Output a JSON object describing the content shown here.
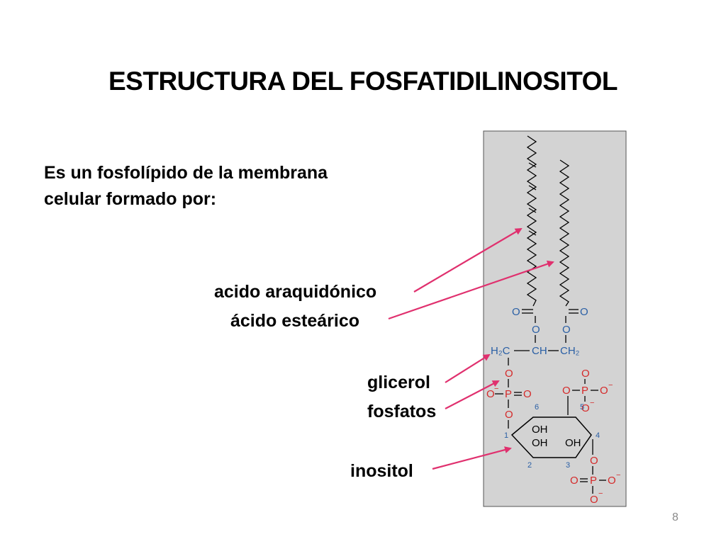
{
  "slide": {
    "title": "ESTRUCTURA DEL FOSFATIDILINOSITOL",
    "intro_line1": "Es un fosfolípido de la membrana",
    "intro_line2": "celular formado por:",
    "page_number": "8"
  },
  "labels": {
    "araquidonico": "acido araquidónico",
    "estearico": "ácido esteárico",
    "glicerol": "glicerol",
    "fosfatos": "fosfatos",
    "inositol": "inositol"
  },
  "structure": {
    "carbonyl_o_left": "O",
    "carbonyl_eq_left": "=",
    "carbonyl_o_right": "O",
    "ester_o_left": "O",
    "ester_o_right": "O",
    "glycerol_h2c": "H₂C",
    "glycerol_ch": "CH",
    "glycerol_ch2": "CH₂",
    "phosphate": "P",
    "oxygen": "O",
    "minus": "−",
    "hydroxyl": "OH",
    "ring_numbers": [
      "1",
      "2",
      "3",
      "4",
      "5",
      "6"
    ],
    "colors": {
      "blue": "#2a5fa5",
      "red": "#d42a2a",
      "panel": "#d3d3d3",
      "arrow": "#e0306e"
    }
  }
}
